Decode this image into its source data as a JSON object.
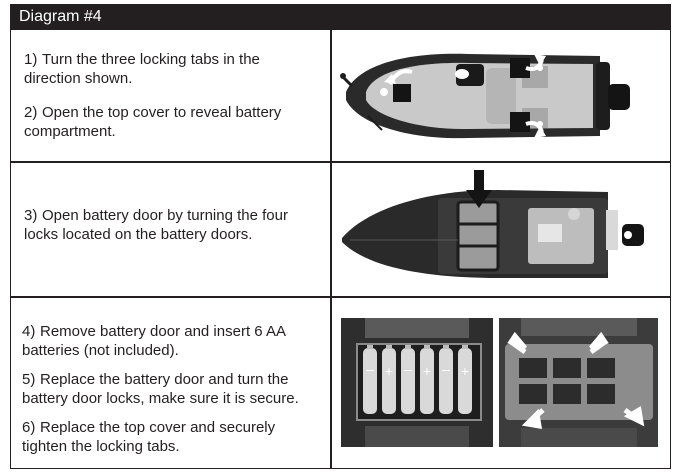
{
  "header": {
    "title": "Diagram #4"
  },
  "steps": [
    {
      "num": "1)",
      "text": "Turn the three locking tabs in the\ndirection shown."
    },
    {
      "num": "2)",
      "text": "Open the top cover to reveal battery\ncompartment."
    },
    {
      "num": "3)",
      "text": "Open battery door by turning the four\nlocks located on the battery doors."
    },
    {
      "num": "4)",
      "text": "Remove battery door and insert 6 AA\nbatteries (not included)."
    },
    {
      "num": "5)",
      "text": "Replace the battery door and turn the\nbattery door locks, make sure it is secure."
    },
    {
      "num": "6)",
      "text": "Replace the top cover and securely\ntighten the locking tabs."
    }
  ],
  "battery_signs": [
    "–",
    "+",
    "–",
    "+",
    "–",
    "+"
  ],
  "colors": {
    "bar": "#231f20",
    "hull": "#2b2a2a",
    "deck": "#c9c9c9",
    "arrow": "#ffffff"
  }
}
